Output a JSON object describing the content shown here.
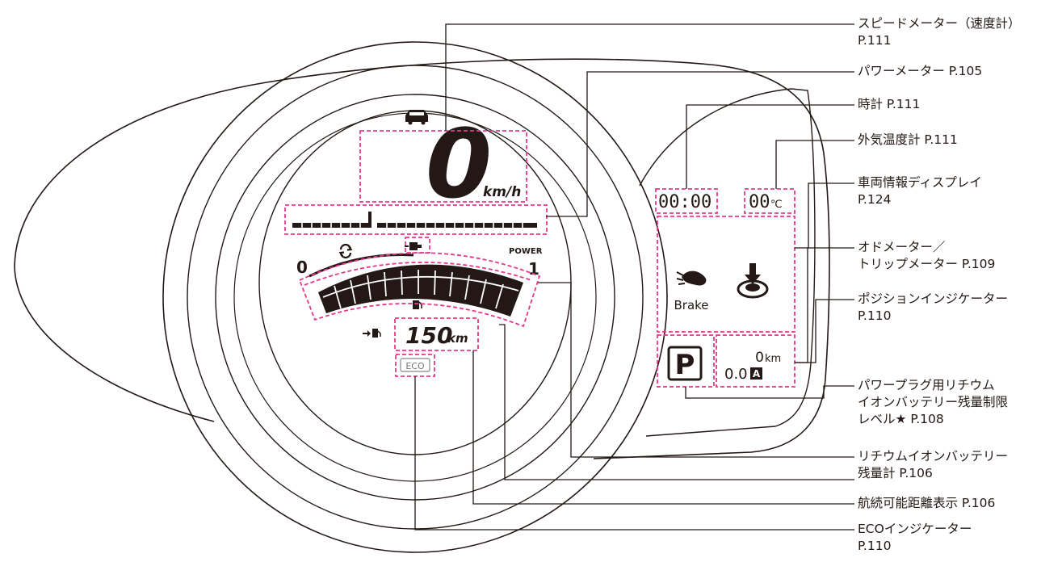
{
  "display": {
    "speed": "0",
    "speed_unit": "km/h",
    "power_label": "POWER",
    "scale_min": "0",
    "scale_max": "1",
    "range_value": "150",
    "range_unit": "km",
    "eco_label": "ECO",
    "clock": "00:00",
    "outside_temp": "00",
    "temp_unit": "℃",
    "brake_label": "Brake",
    "gear": "P",
    "odo_value": "0",
    "odo_unit": "km",
    "trip_value": "0.0",
    "trip_id": "A"
  },
  "callouts": [
    {
      "id": "speedometer",
      "lines": [
        "スピードメーター（速度計）",
        "P.111"
      ]
    },
    {
      "id": "power-meter",
      "lines": [
        "パワーメーター P.105"
      ]
    },
    {
      "id": "clock",
      "lines": [
        "時計 P.111"
      ]
    },
    {
      "id": "outside-temp",
      "lines": [
        "外気温度計 P.111"
      ]
    },
    {
      "id": "vehicle-info-display",
      "lines": [
        "車両情報ディスプレイ",
        "P.124"
      ]
    },
    {
      "id": "odo-trip-meter",
      "lines": [
        "オドメーター／",
        "トリップメーター P.109"
      ]
    },
    {
      "id": "position-indicator",
      "lines": [
        "ポジションインジケーター",
        "P.110"
      ]
    },
    {
      "id": "power-plug-battery-limit",
      "lines": [
        "パワープラグ用リチウム",
        "イオンバッテリー残量制限",
        "レベル★ P.108"
      ]
    },
    {
      "id": "battery-gauge",
      "lines": [
        "リチウムイオンバッテリー",
        "残量計 P.106"
      ]
    },
    {
      "id": "range-display",
      "lines": [
        "航続可能距離表示 P.106"
      ]
    },
    {
      "id": "eco-indicator",
      "lines": [
        "ECOインジケーター",
        "P.110"
      ]
    }
  ],
  "icons": [
    "car-icon",
    "regen-icon",
    "charge-plug-icon",
    "fuel-pump-icon",
    "range-fuel-icon",
    "brake-foot-icon",
    "push-button-icon"
  ],
  "colors": {
    "outline": "#231815",
    "callout_box": "#e8388a",
    "leader_line": "#231815"
  }
}
